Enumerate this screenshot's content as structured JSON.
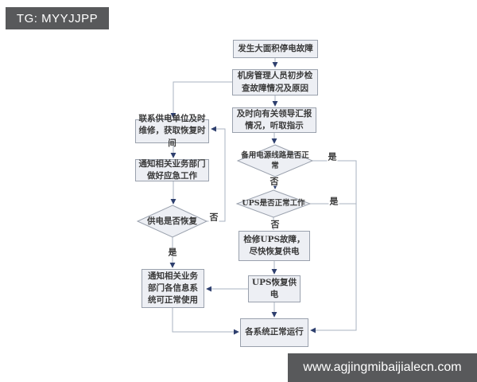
{
  "watermarks": {
    "top_badge": "TG: MYYJJPP",
    "bottom_bar": "www.agjingmibaijialecn.com"
  },
  "colors": {
    "watermark_bg": "#58595b",
    "watermark_text": "#ffffff",
    "node_fill": "#edeff4",
    "node_border": "#9aa1ad",
    "connector_line": "#aab3c2",
    "arrowhead": "#2e3f6e",
    "node_text": "#3b3b3b",
    "background": "#ffffff"
  },
  "flowchart": {
    "nodes": {
      "start": {
        "label": "发生大面积停电故障"
      },
      "initial_check": {
        "label": "机房管理人员初步检查故障情况及原因"
      },
      "report_leaders": {
        "label": "及时向有关领导汇报情况，听取指示"
      },
      "backup_power_decision": {
        "label": "备用电源线路是否正常"
      },
      "ups_decision": {
        "label": "UPS是否正常工作"
      },
      "repair_ups": {
        "label": "检修UPS故障，尽快恢复供电"
      },
      "ups_restored": {
        "label": "UPS恢复供电"
      },
      "systems_normal": {
        "label": "各系统正常运行"
      },
      "contact_supplier": {
        "label": "联系供电单位及时维修，获取恢复时间"
      },
      "notify_emergency": {
        "label": "通知相关业务部门做好应急工作"
      },
      "power_restored_decision": {
        "label": "供电是否恢复"
      },
      "notify_normal_use": {
        "label": "通知相关业务部门各信息系统可正常使用"
      }
    },
    "edge_labels": {
      "yes": "是",
      "no": "否"
    }
  }
}
